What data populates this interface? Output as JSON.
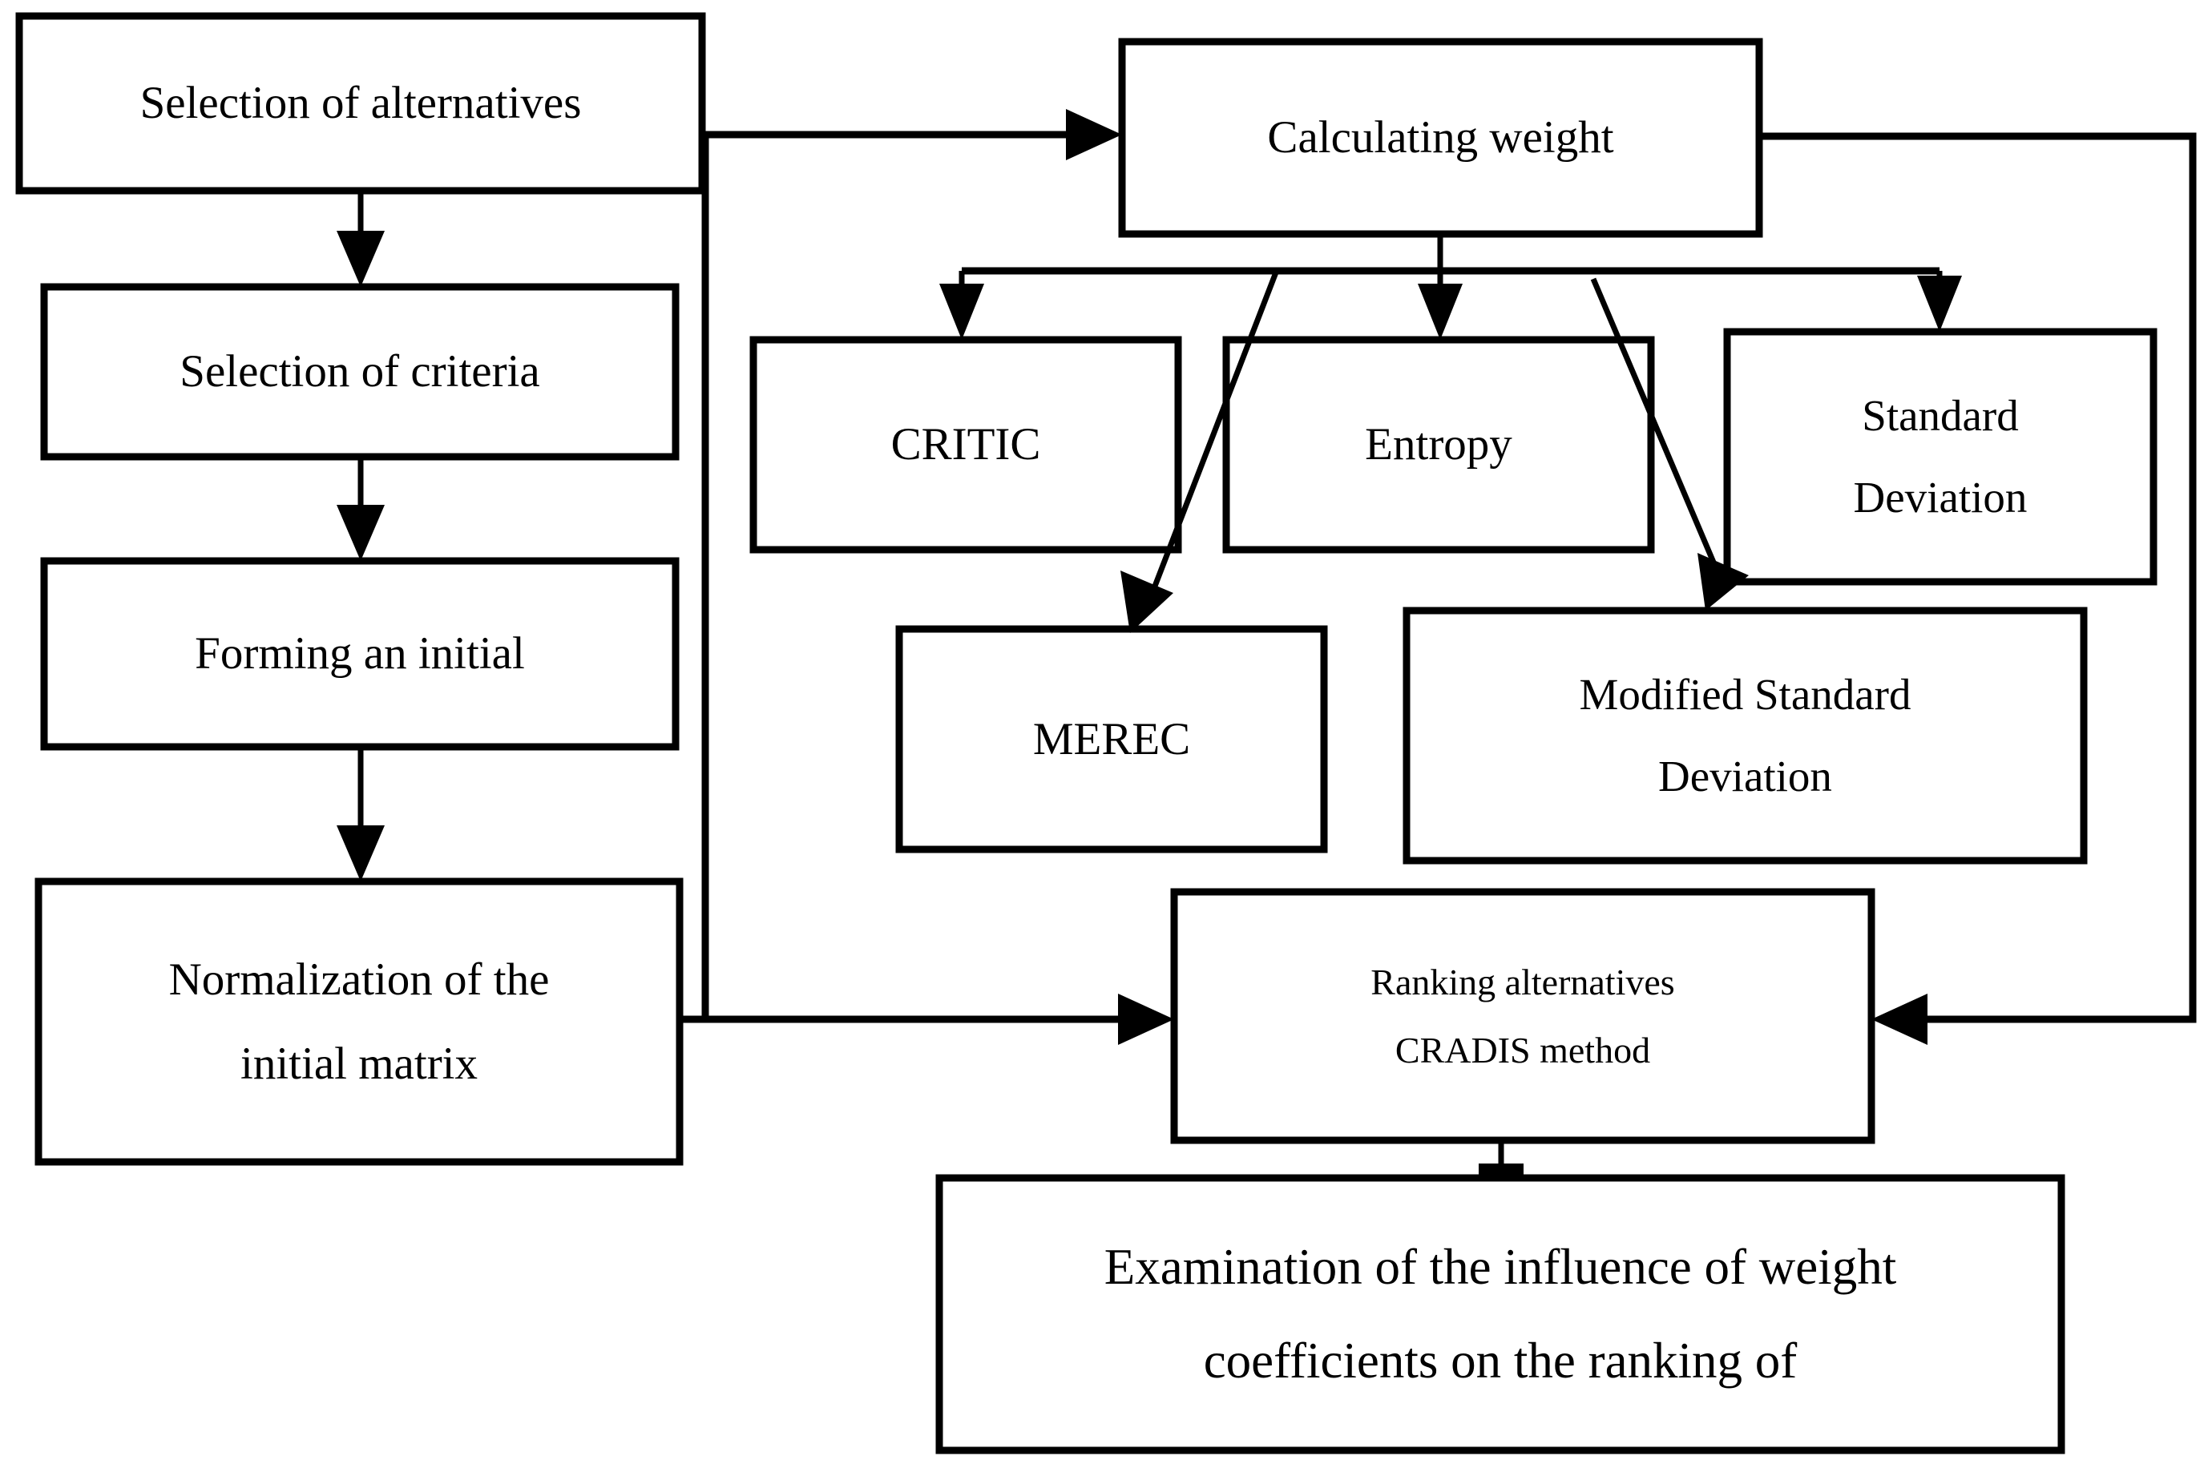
{
  "diagram": {
    "title": "MCDM methodology flowchart",
    "colors": {
      "stroke": "#000000",
      "fill": "#ffffff",
      "text": "#000000"
    },
    "nodes": {
      "selection_of_alternatives": {
        "label": "Selection of alternatives"
      },
      "selection_of_criteria": {
        "label": "Selection of criteria"
      },
      "forming_initial": {
        "label": "Forming an initial"
      },
      "normalization": {
        "line1": "Normalization of the",
        "line2": "initial matrix"
      },
      "calculating_weight": {
        "label": "Calculating weight"
      },
      "critic": {
        "label": "CRITIC"
      },
      "entropy": {
        "label": "Entropy"
      },
      "standard_deviation": {
        "line1": "Standard",
        "line2": "Deviation"
      },
      "merec": {
        "label": "MEREC"
      },
      "modified_standard_deviation": {
        "line1": "Modified Standard",
        "line2": "Deviation"
      },
      "ranking_alternatives": {
        "line1": "Ranking alternatives",
        "line2": "CRADIS method"
      },
      "examination": {
        "line1": "Examination of the influence of weight",
        "line2": "coefficients on the ranking of"
      }
    },
    "edges": [
      {
        "from": "selection_of_alternatives",
        "to": "selection_of_criteria",
        "type": "arrow-down"
      },
      {
        "from": "selection_of_criteria",
        "to": "forming_initial",
        "type": "arrow-down"
      },
      {
        "from": "forming_initial",
        "to": "normalization",
        "type": "arrow-down"
      },
      {
        "from": "selection_of_alternatives",
        "to": "calculating_weight",
        "type": "arrow-right-elbow"
      },
      {
        "from": "calculating_weight",
        "to": "critic",
        "type": "arrow-down-branch"
      },
      {
        "from": "calculating_weight",
        "to": "entropy",
        "type": "arrow-down-branch"
      },
      {
        "from": "calculating_weight",
        "to": "standard_deviation",
        "type": "arrow-down-branch"
      },
      {
        "from": "calculating_weight",
        "to": "merec",
        "type": "arrow-diagonal"
      },
      {
        "from": "calculating_weight",
        "to": "modified_standard_deviation",
        "type": "arrow-diagonal"
      },
      {
        "from": "normalization",
        "to": "ranking_alternatives",
        "type": "arrow-right"
      },
      {
        "from": "calculating_weight",
        "to": "ranking_alternatives",
        "type": "arrow-left-elbow"
      },
      {
        "from": "ranking_alternatives",
        "to": "examination",
        "type": "line-down"
      }
    ]
  }
}
